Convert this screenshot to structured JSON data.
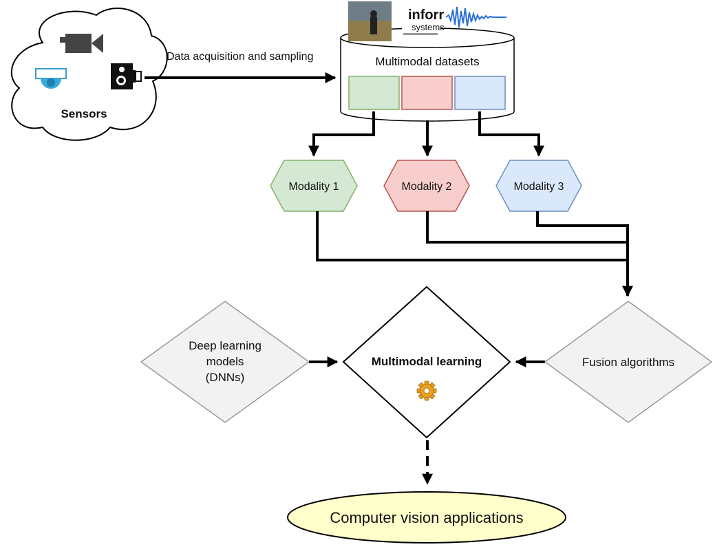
{
  "sensors": {
    "label": "Sensors"
  },
  "acquisition": {
    "label": "Data acquisition and sampling"
  },
  "datasets": {
    "label": "Multimodal datasets",
    "thumb_text_lines": [
      "inforr",
      "systems"
    ],
    "colors": [
      "#d5e8d4",
      "#f8cecc",
      "#dae8fc"
    ]
  },
  "modalities": [
    {
      "label": "Modality 1",
      "fill": "#d5e8d4",
      "stroke": "#82b366"
    },
    {
      "label": "Modality 2",
      "fill": "#f8cecc",
      "stroke": "#b85450"
    },
    {
      "label": "Modality 3",
      "fill": "#dae8fc",
      "stroke": "#6c8ebf"
    }
  ],
  "deep_learning": {
    "lines": [
      "Deep learning",
      "models",
      "(DNNs)"
    ]
  },
  "multimodal_learning": {
    "label": "Multimodal learning"
  },
  "fusion": {
    "label": "Fusion algorithms"
  },
  "applications": {
    "label": "Computer vision applications",
    "fill": "#ffffcc"
  }
}
